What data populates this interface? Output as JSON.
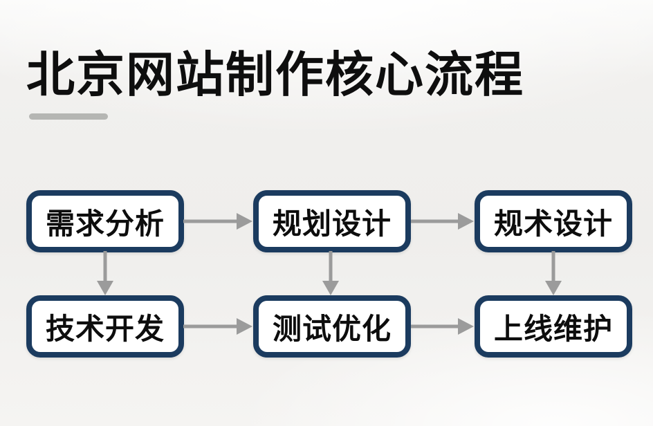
{
  "title": "北京网站制作核心流程",
  "nodes": [
    {
      "id": "requirements",
      "label": "需求分析",
      "row": 1,
      "col": 1
    },
    {
      "id": "planning",
      "label": "规划设计",
      "row": 1,
      "col": 2
    },
    {
      "id": "tech-design",
      "label": "规术设计",
      "row": 1,
      "col": 3
    },
    {
      "id": "development",
      "label": "技术开发",
      "row": 2,
      "col": 1
    },
    {
      "id": "testing",
      "label": "测试优化",
      "row": 2,
      "col": 2
    },
    {
      "id": "maintenance",
      "label": "上线维护",
      "row": 2,
      "col": 3
    }
  ],
  "edges": [
    {
      "from": "需求分析",
      "to": "规划设计",
      "direction": "right"
    },
    {
      "from": "规划设计",
      "to": "规术设计",
      "direction": "right"
    },
    {
      "from": "技术开发",
      "to": "测试优化",
      "direction": "right"
    },
    {
      "from": "测试优化",
      "to": "上线维护",
      "direction": "right"
    },
    {
      "from": "需求分析",
      "to": "技术开发",
      "direction": "down"
    },
    {
      "from": "规划设计",
      "to": "测试优化",
      "direction": "down"
    },
    {
      "from": "规术设计",
      "to": "上线维护",
      "direction": "down"
    }
  ],
  "colors": {
    "background": "#EFEEEC",
    "node_border": "#1B3B5F",
    "node_fill": "#FFFFFF",
    "text": "#0D0D0D",
    "arrow": "#9B9B9B",
    "title_underline": "#B5B6B3"
  }
}
